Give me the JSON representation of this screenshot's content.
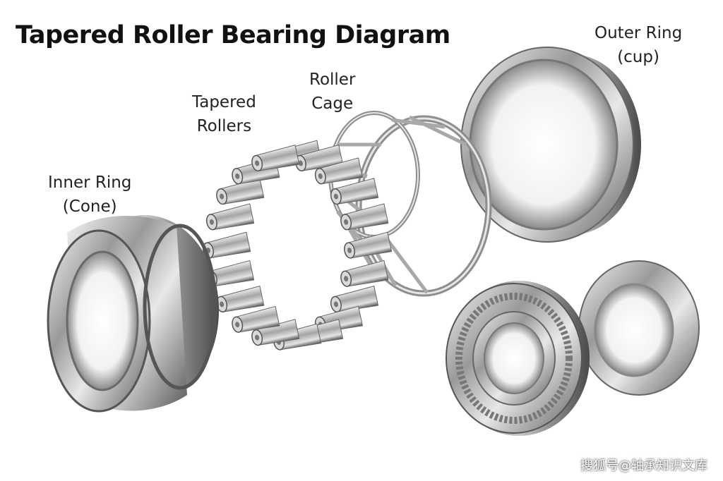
{
  "title": "Tapered Roller Bearing Diagram",
  "labels": {
    "outer_ring": [
      "Outer Ring",
      "(cup)"
    ],
    "roller_cage": [
      "Roller",
      "Cage"
    ],
    "tapered_rollers": [
      "Tapered",
      "Rollers"
    ],
    "inner_ring": [
      "Inner Ring",
      "(Cone)"
    ]
  },
  "watermark": "搜狐号@轴承知识文库"
}
